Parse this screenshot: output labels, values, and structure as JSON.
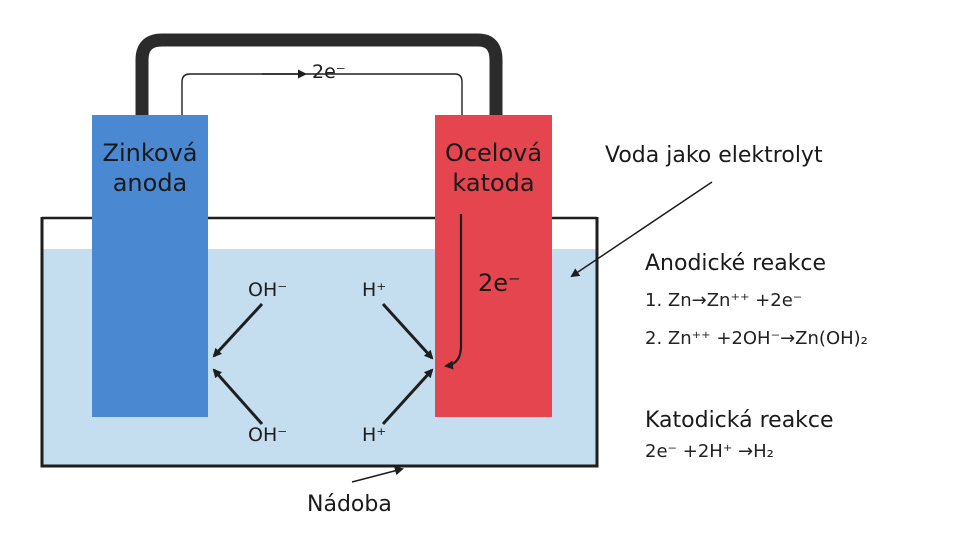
{
  "wire": {
    "electron_flow": "2e⁻",
    "color": "#2b2b2b"
  },
  "anode": {
    "line1": "Zinková",
    "line2": "anoda",
    "color": "#4a88d2"
  },
  "cathode": {
    "line1": "Ocelová",
    "line2": "katoda",
    "color": "#e4454e",
    "electron_label": "2e⁻"
  },
  "electrolyte": {
    "label": "Voda jako elektrolyt",
    "color": "#c4def0"
  },
  "vessel": {
    "label": "Nádoba"
  },
  "ions": {
    "oh_top": "OH⁻",
    "oh_bottom": "OH⁻",
    "h_top": "H⁺",
    "h_bottom": "H⁺"
  },
  "reactions": {
    "anodic_title": "Anodické reakce",
    "anodic_1": "1. Zn→Zn⁺⁺ +2e⁻",
    "anodic_2": "2. Zn⁺⁺ +2OH⁻→Zn(OH)₂",
    "cathodic_title": "Katodická reakce",
    "cathodic_1": "2e⁻ +2H⁺ →H₂"
  }
}
